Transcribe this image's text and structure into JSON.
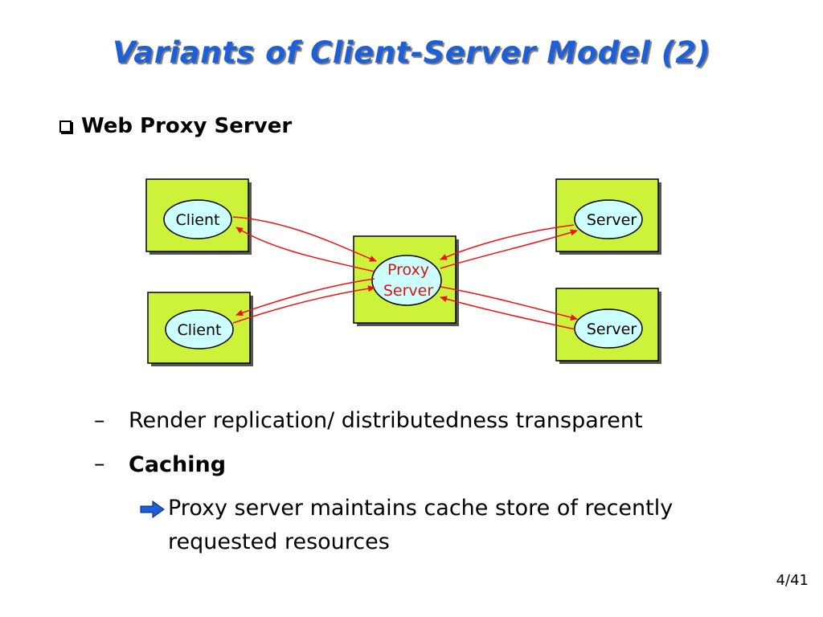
{
  "slide": {
    "title": "Variants of Client-Server Model (2)",
    "bullet": "Web Proxy Server",
    "points": [
      {
        "dash": "–",
        "text": "Render replication/ distributedness transparent"
      },
      {
        "dash": "–",
        "text": "Caching"
      }
    ],
    "subpoint_line1": "Proxy server maintains cache store of recently",
    "subpoint_line2": "requested resources",
    "page_number": "4/41"
  },
  "diagram": {
    "nodes": {
      "client_top": "Client",
      "client_bottom": "Client",
      "proxy_line1": "Proxy",
      "proxy_line2": "Server",
      "server_top": "Server",
      "server_bottom": "Server"
    },
    "colors": {
      "box_fill": "#ccf23a",
      "ellipse_fill": "#ccffff",
      "arrow": "#ee1111",
      "proxy_text": "#dd1111",
      "title": "#1f5fd6"
    }
  }
}
